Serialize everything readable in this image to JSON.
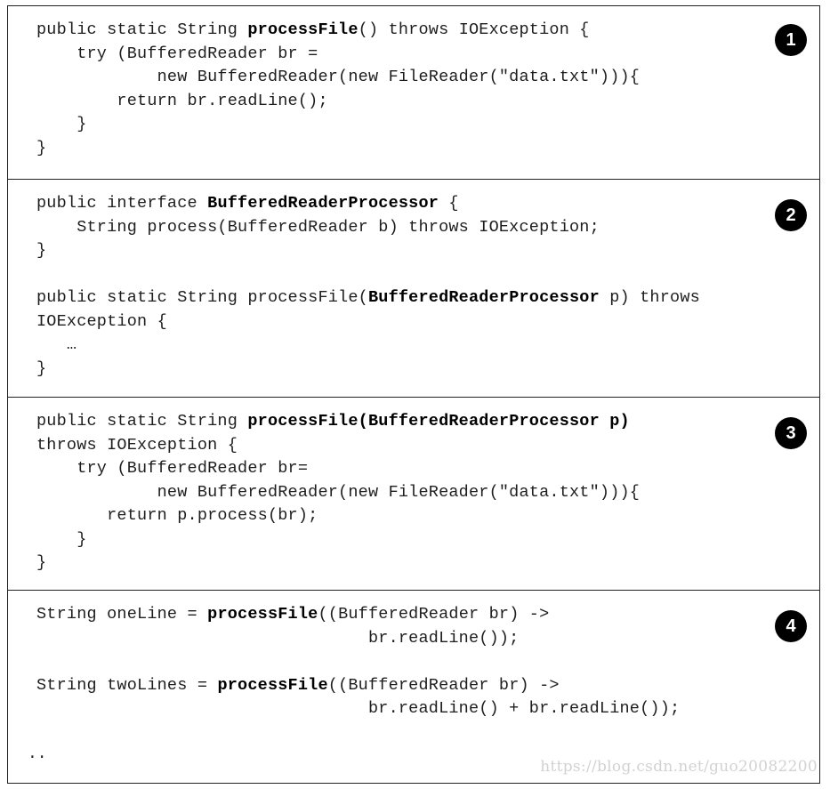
{
  "panels": [
    {
      "badge": "1",
      "lines": [
        [
          "public static String ",
          {
            "b": "processFile"
          },
          "() throws IOException {"
        ],
        [
          "    try (BufferedReader br ="
        ],
        [
          "            new BufferedReader(new FileReader(\"data.txt\"))){"
        ],
        [
          "        return br.readLine();"
        ],
        [
          "    }"
        ],
        [
          "}"
        ]
      ]
    },
    {
      "badge": "2",
      "lines": [
        [
          "public interface ",
          {
            "b": "BufferedReaderProcessor"
          },
          " {"
        ],
        [
          "    String process(BufferedReader b) throws IOException;"
        ],
        [
          "}"
        ],
        [
          ""
        ],
        [
          "public static String processFile(",
          {
            "b": "BufferedReaderProcessor"
          },
          " p) throws"
        ],
        [
          "IOException {"
        ],
        [
          "   …"
        ],
        [
          "}"
        ]
      ]
    },
    {
      "badge": "3",
      "lines": [
        [
          "public static String ",
          {
            "b": "processFile(BufferedReaderProcessor p)"
          }
        ],
        [
          "throws IOException {"
        ],
        [
          "    try (BufferedReader br="
        ],
        [
          "            new BufferedReader(new FileReader(\"data.txt\"))){"
        ],
        [
          "       return p.process(br);"
        ],
        [
          "    }"
        ],
        [
          "}"
        ]
      ]
    },
    {
      "badge": "4",
      "lines": [
        [
          "String oneLine = ",
          {
            "b": "processFile"
          },
          "((BufferedReader br) ->"
        ],
        [
          "                                 br.readLine());"
        ],
        [
          ""
        ],
        [
          "String twoLines = ",
          {
            "b": "processFile"
          },
          "((BufferedReader br) ->"
        ],
        [
          "                                 br.readLine() + br.readLine());"
        ]
      ]
    }
  ],
  "trailing_dots": "..",
  "watermark": "https://blog.csdn.net/guo20082200"
}
